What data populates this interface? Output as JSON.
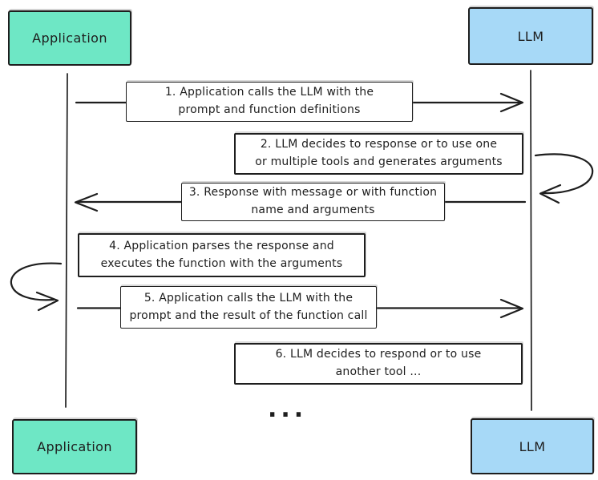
{
  "colors": {
    "background": "#ffffff",
    "stroke": "#1e1e1e",
    "application_fill": "#6ee7c5",
    "llm_fill": "#a7d9f7",
    "message_fill": "#ffffff"
  },
  "actors": {
    "top_left": "Application",
    "top_right": "LLM",
    "bottom_left": "Application",
    "bottom_right": "LLM"
  },
  "messages": [
    {
      "kind": "message-arrow",
      "from": "Application",
      "to": "LLM",
      "lines": [
        "1. Application calls the LLM with the",
        "prompt and function definitions"
      ]
    },
    {
      "kind": "self-step",
      "actor": "LLM",
      "lines": [
        "2. LLM decides to response or to use one",
        "or multiple tools and generates arguments"
      ]
    },
    {
      "kind": "message-arrow",
      "from": "LLM",
      "to": "Application",
      "lines": [
        "3. Response with message or with function",
        "name and arguments"
      ]
    },
    {
      "kind": "self-step",
      "actor": "Application",
      "lines": [
        "4. Application parses the response and",
        "executes the function with the arguments"
      ]
    },
    {
      "kind": "message-arrow",
      "from": "Application",
      "to": "LLM",
      "lines": [
        "5. Application calls the LLM with the",
        "prompt and the result of the function call"
      ]
    },
    {
      "kind": "self-step",
      "actor": "LLM",
      "lines": [
        "6. LLM decides to respond or to use",
        "another tool ..."
      ]
    }
  ],
  "ellipsis": "..."
}
